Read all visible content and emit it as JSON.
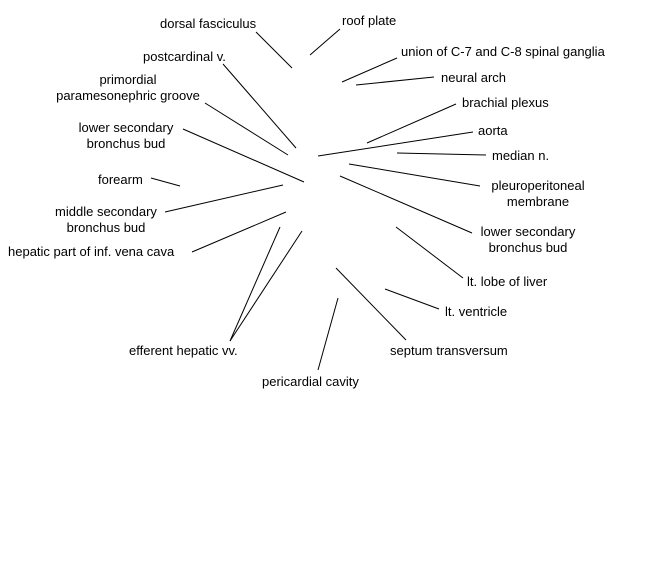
{
  "labels": {
    "dorsal_fasciculus": "dorsal fasciculus",
    "roof_plate": "roof plate",
    "postcardinal_v": "postcardinal v.",
    "union_c7_c8": "union of C-7 and C-8 spinal ganglia",
    "neural_arch": "neural arch",
    "primordial_line1": "primordial",
    "primordial_line2": "paramesonephric groove",
    "brachial_plexus": "brachial plexus",
    "lower_secondary_left_line1": "lower secondary",
    "lower_secondary_left_line2": "bronchus bud",
    "aorta": "aorta",
    "median_n": "median n.",
    "forearm": "forearm",
    "pleuroperitoneal_line1": "pleuroperitoneal",
    "pleuroperitoneal_line2": "membrane",
    "middle_secondary_line1": "middle secondary",
    "middle_secondary_line2": "bronchus bud",
    "lower_secondary_right_line1": "lower secondary",
    "lower_secondary_right_line2": "bronchus bud",
    "hepatic_ivc": "hepatic part of inf. vena cava",
    "lt_lobe_liver": "lt. lobe of liver",
    "lt_ventricle": "lt. ventricle",
    "efferent_hepatic": "efferent hepatic vv.",
    "septum_transversum": "septum transversum",
    "pericardial_cavity": "pericardial cavity"
  },
  "colors": {
    "ink": "#000000",
    "background": "#ffffff"
  }
}
